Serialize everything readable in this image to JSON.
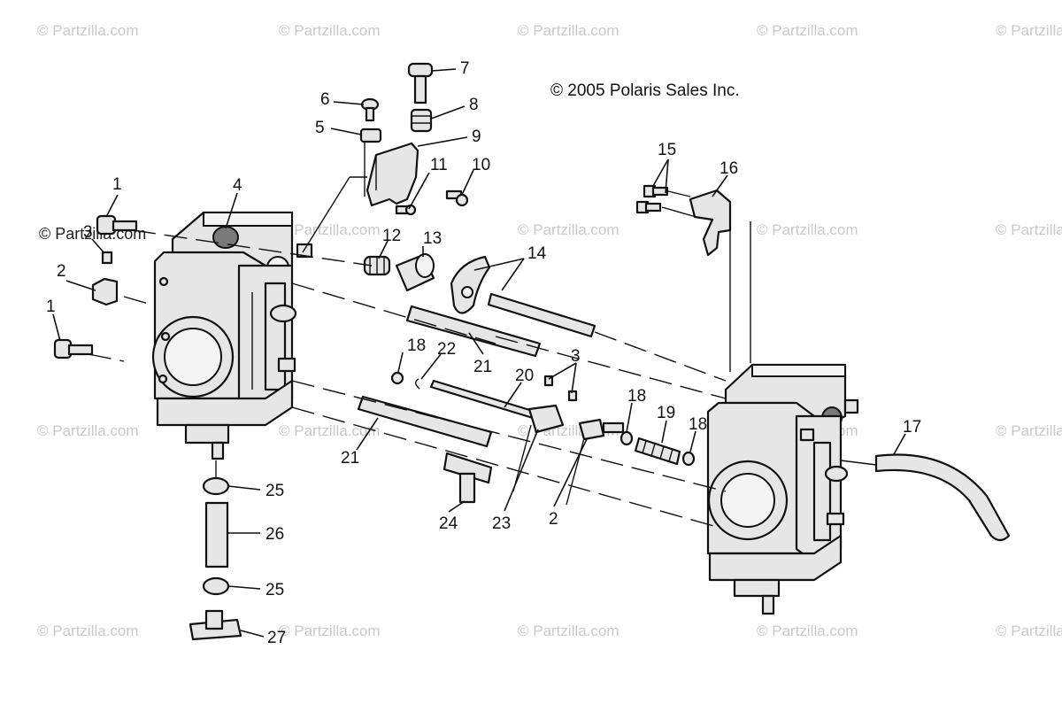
{
  "copyright": "© 2005 Polaris Sales Inc.",
  "watermark": "© Partzilla.com",
  "callouts": {
    "c1a": "1",
    "c1b": "1",
    "c2a": "2",
    "c2b": "2",
    "c3a": "3",
    "c3b": "3",
    "c4": "4",
    "c5": "5",
    "c6": "6",
    "c7": "7",
    "c8": "8",
    "c9": "9",
    "c10": "10",
    "c11": "11",
    "c12": "12",
    "c13": "13",
    "c14": "14",
    "c15": "15",
    "c16": "16",
    "c17": "17",
    "c18a": "18",
    "c18b": "18",
    "c18c": "18",
    "c19": "19",
    "c20": "20",
    "c21a": "21",
    "c21b": "21",
    "c22": "22",
    "c23": "23",
    "c24": "24",
    "c25a": "25",
    "c25b": "25",
    "c26": "26",
    "c27": "27"
  }
}
